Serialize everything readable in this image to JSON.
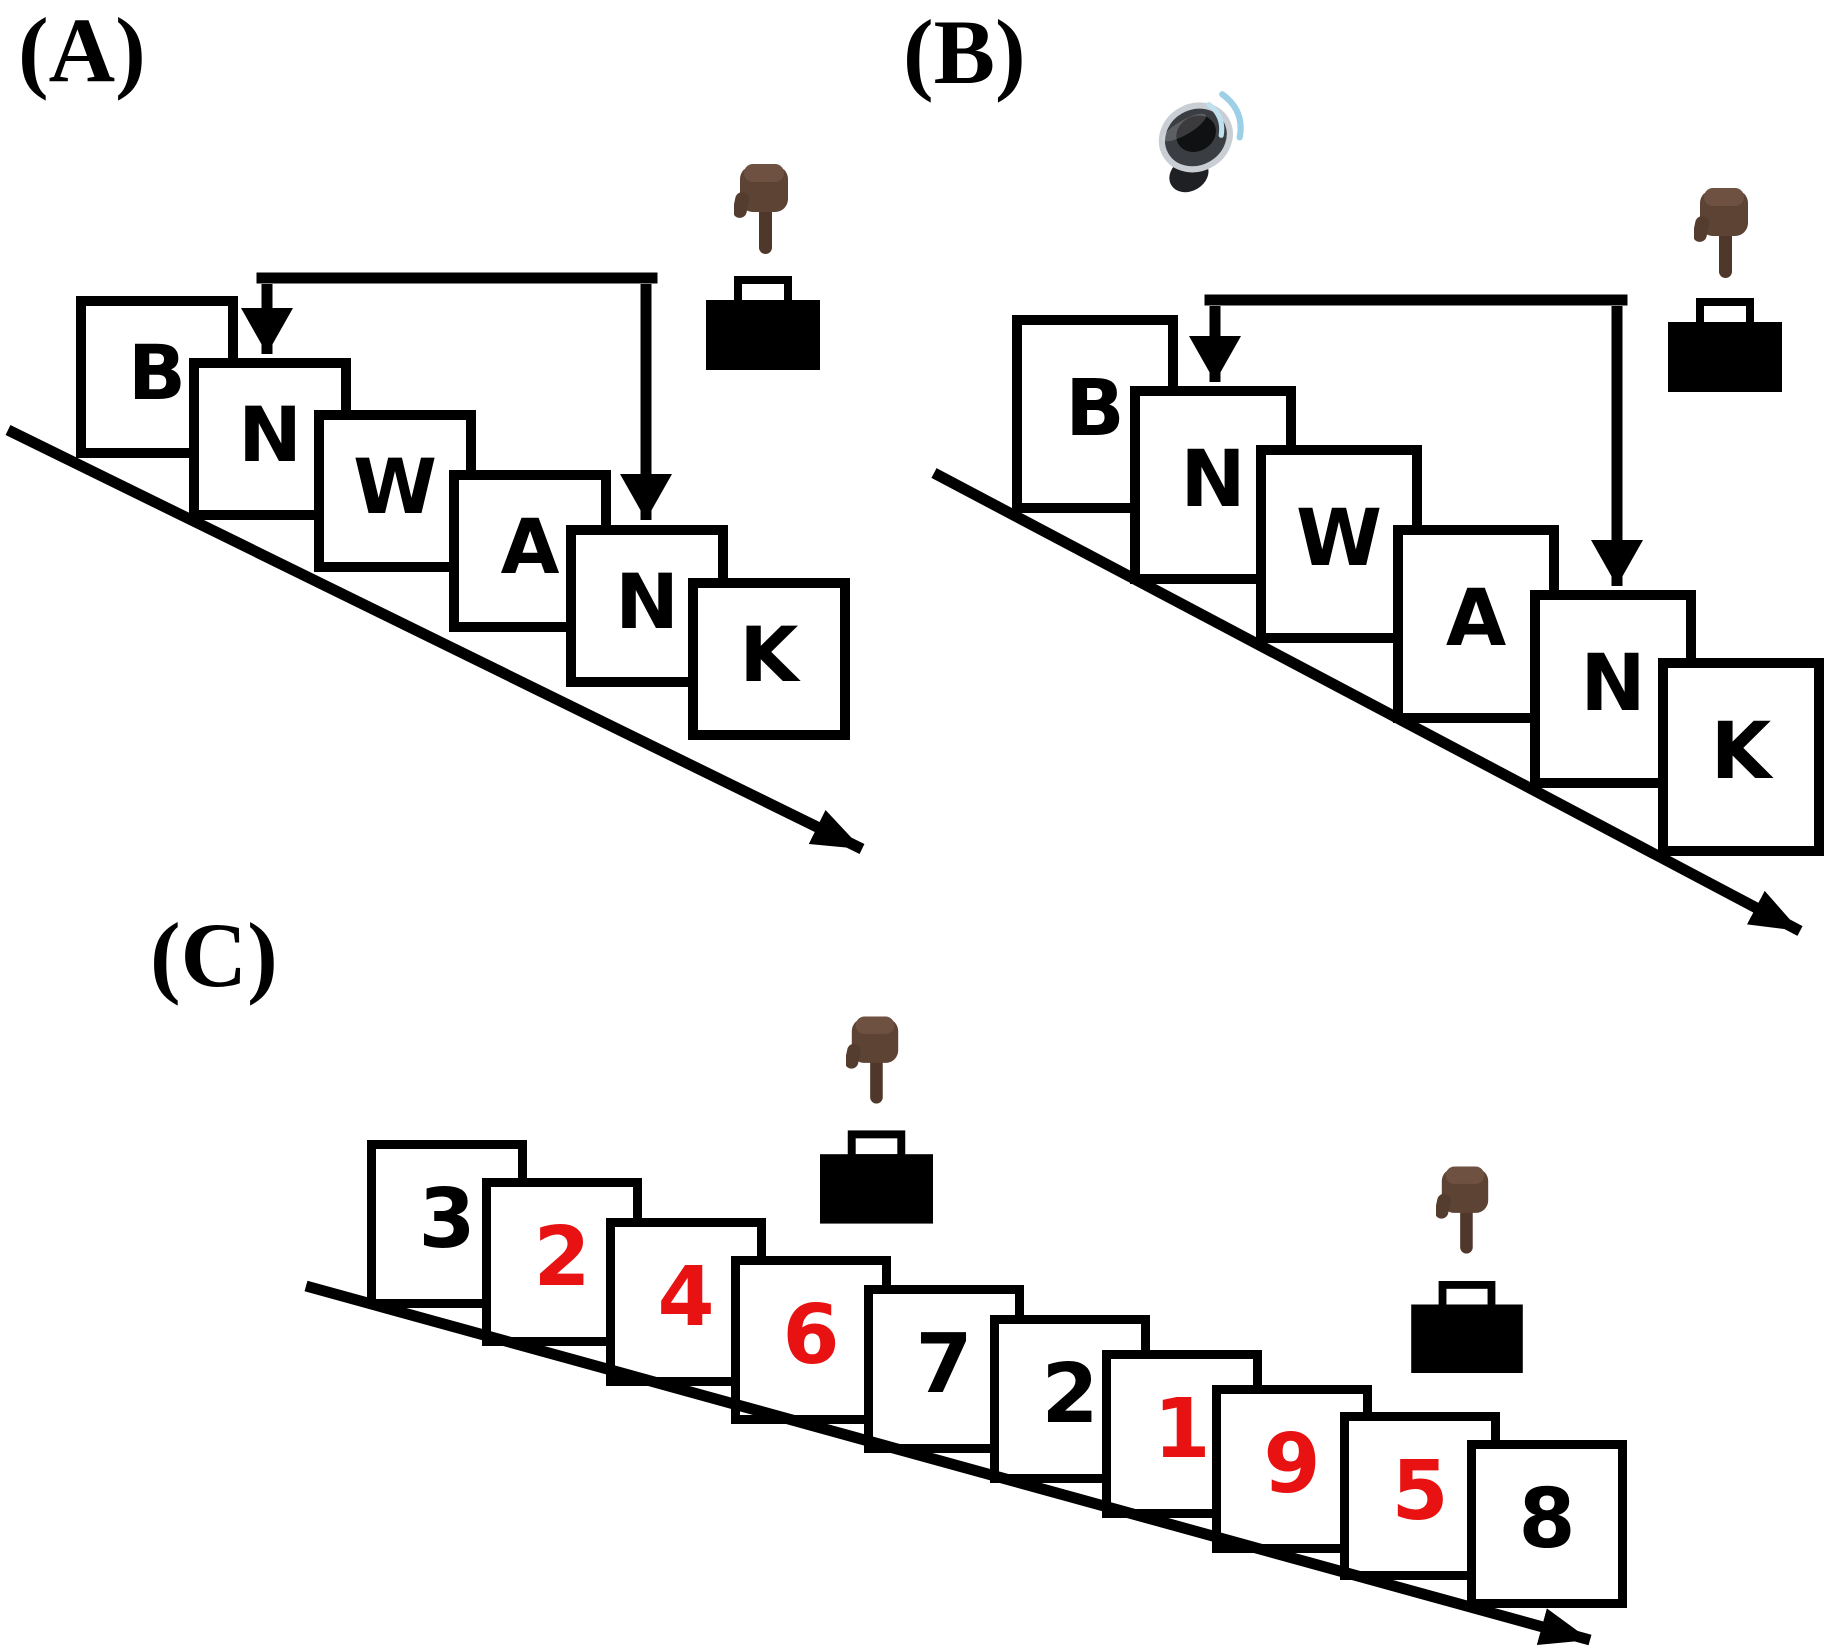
{
  "colors": {
    "ink": "#000000",
    "number_red": "#e81212",
    "hand_brown": "#5d4334",
    "speaker_wave_blue": "#9dcfe6"
  },
  "panels": {
    "A": {
      "label": "(A)",
      "cards": [
        {
          "label": "B",
          "color": "black"
        },
        {
          "label": "N",
          "color": "black"
        },
        {
          "label": "W",
          "color": "black"
        },
        {
          "label": "A",
          "color": "black"
        },
        {
          "label": "N",
          "color": "black"
        },
        {
          "label": "K",
          "color": "black"
        }
      ],
      "icons": [
        "pointing-hand-icon",
        "response-button-icon"
      ]
    },
    "B": {
      "label": "(B)",
      "cards": [
        {
          "label": "B",
          "color": "black"
        },
        {
          "label": "N",
          "color": "black"
        },
        {
          "label": "W",
          "color": "black"
        },
        {
          "label": "A",
          "color": "black"
        },
        {
          "label": "N",
          "color": "black"
        },
        {
          "label": "K",
          "color": "black"
        }
      ],
      "icons": [
        "speaker-icon",
        "pointing-hand-icon",
        "response-button-icon"
      ]
    },
    "C": {
      "label": "(C)",
      "cards": [
        {
          "label": "3",
          "color": "black"
        },
        {
          "label": "2",
          "color": "red"
        },
        {
          "label": "4",
          "color": "red"
        },
        {
          "label": "6",
          "color": "red"
        },
        {
          "label": "7",
          "color": "black"
        },
        {
          "label": "2",
          "color": "black"
        },
        {
          "label": "1",
          "color": "red"
        },
        {
          "label": "9",
          "color": "red"
        },
        {
          "label": "5",
          "color": "red"
        },
        {
          "label": "8",
          "color": "black"
        }
      ],
      "icons": [
        "pointing-hand-icon",
        "response-button-icon",
        "pointing-hand-icon",
        "response-button-icon"
      ]
    }
  }
}
